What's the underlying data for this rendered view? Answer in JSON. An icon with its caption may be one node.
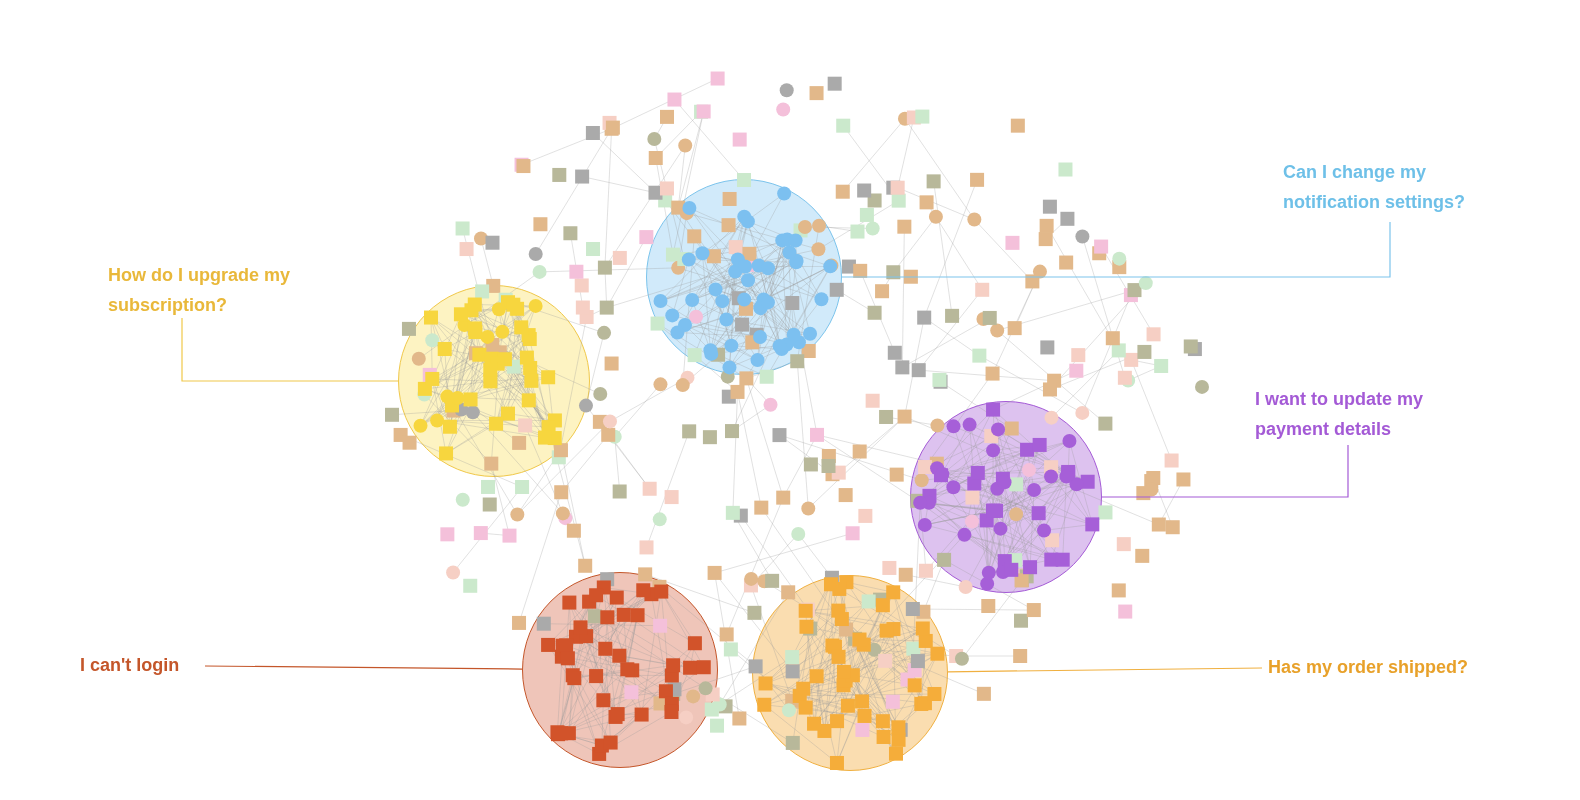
{
  "diagram": {
    "nodes": [
      {
        "text": [
          "How do I upgrade my subscription?"
        ]
      },
      {
        "text": [
          "Can I change my notification settings?"
        ]
      },
      {
        "text": [
          "I want to update my payment details"
        ]
      },
      {
        "text": [
          "I can't login"
        ]
      },
      {
        "text": [
          "Has my order shipped?"
        ]
      },
      {
        "text": [],
        "shape": "circle"
      },
      {
        "text": [],
        "shape": "circle"
      },
      {
        "text": [],
        "shape": "circle"
      },
      {
        "text": [],
        "shape": "circle"
      },
      {
        "text": [],
        "shape": "circle"
      }
    ],
    "edges": [
      {
        "from": 0,
        "to": 5,
        "arrow": "none",
        "color": "#f0c84a"
      },
      {
        "from": 1,
        "to": 7,
        "arrow": "none",
        "color": "#7cc4ec"
      },
      {
        "from": 2,
        "to": 9,
        "arrow": "none",
        "color": "#a45ad6"
      },
      {
        "from": 3,
        "to": 6,
        "arrow": "none",
        "color": "#c4562a"
      },
      {
        "from": 4,
        "to": 8,
        "arrow": "none",
        "color": "#f0b040"
      }
    ]
  }
}
